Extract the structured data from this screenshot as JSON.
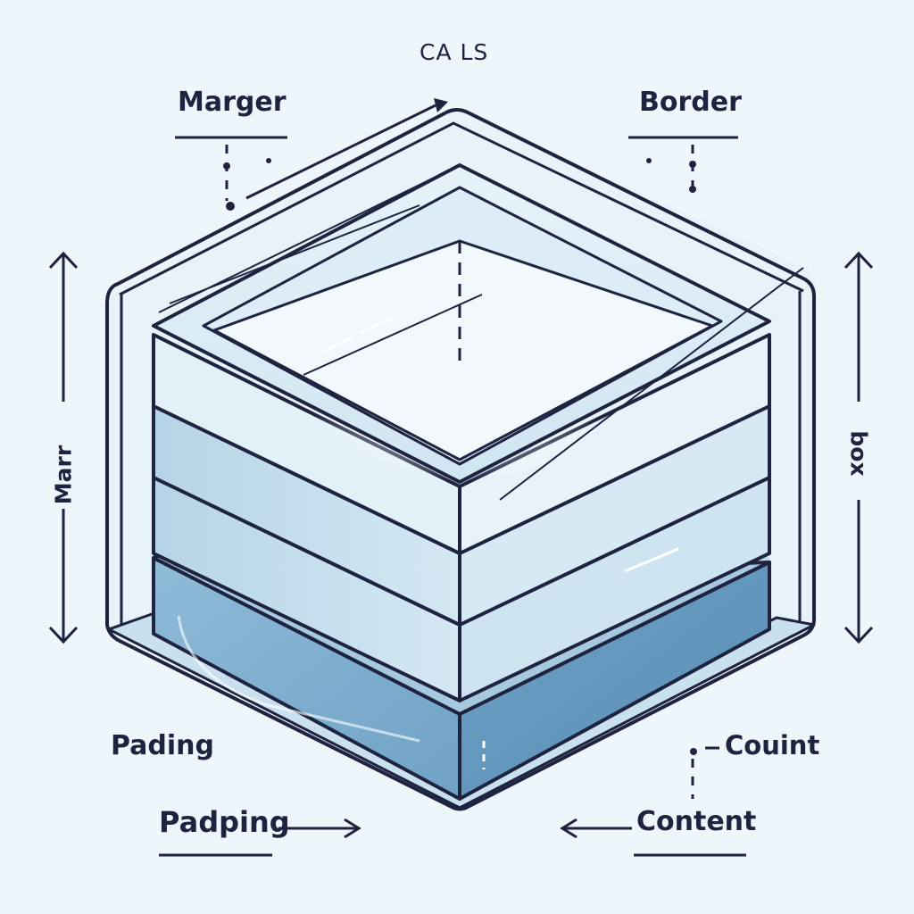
{
  "title": "CA LS",
  "labels": {
    "margin_top": "Marger",
    "border_top": "Border",
    "side_left": "Marr",
    "side_right": "box",
    "padding_mid": "Pading",
    "count_right": "Couint",
    "padding_bottom": "Padping",
    "content_bottom": "Content"
  },
  "colors": {
    "background": "#eef6fb",
    "outline": "#1e2340",
    "glass_light": "#d8ecf6",
    "glass_mid": "#b9d6e8",
    "content_fill": "#7fb0cf",
    "content_dark": "#5f94bb"
  }
}
